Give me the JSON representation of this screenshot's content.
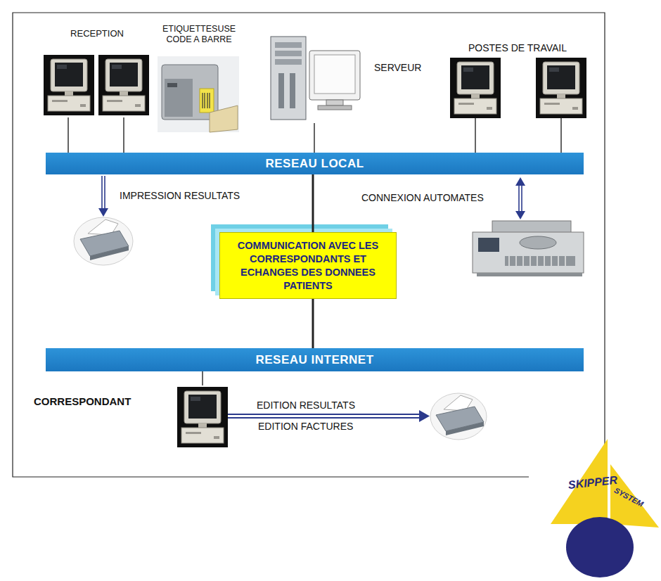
{
  "diagram": {
    "nodes": [
      {
        "text": [
          "RECEPTION"
        ]
      },
      {
        "text": [
          "ETIQUETTESUSE CODE A BARRE"
        ]
      },
      {
        "text": [
          "SERVEUR"
        ]
      },
      {
        "text": [
          "POSTES DE TRAVAIL"
        ]
      },
      {
        "text": [
          "RESEAU LOCAL"
        ]
      },
      {
        "text": [
          "COMMUNICATION AVEC LES CORRESPONDANTS ET ECHANGES DES DONNEES PATIENTS"
        ]
      },
      {
        "text": [
          "RESEAU INTERNET"
        ]
      },
      {
        "text": [
          "CORRESPONDANT"
        ]
      }
    ],
    "edges": [
      {
        "from": 0,
        "to": 4,
        "arrow": "none"
      },
      {
        "from": 0,
        "to": 4,
        "arrow": "none"
      },
      {
        "from": 2,
        "to": 4,
        "arrow": "none"
      },
      {
        "from": 3,
        "to": 4,
        "arrow": "none"
      },
      {
        "from": 3,
        "to": 4,
        "arrow": "none"
      },
      {
        "from": 4,
        "to": 5,
        "arrow": "none"
      },
      {
        "from": 5,
        "to": 6,
        "arrow": "none"
      },
      {
        "from": 7,
        "to": 6,
        "arrow": "none"
      }
    ],
    "labels": [
      "IMPRESSION RESULTATS",
      "CONNEXION AUTOMATES",
      "EDITION RESULTATS",
      "EDITION FACTURES",
      "SKIPPER",
      "SYSTEM"
    ]
  }
}
